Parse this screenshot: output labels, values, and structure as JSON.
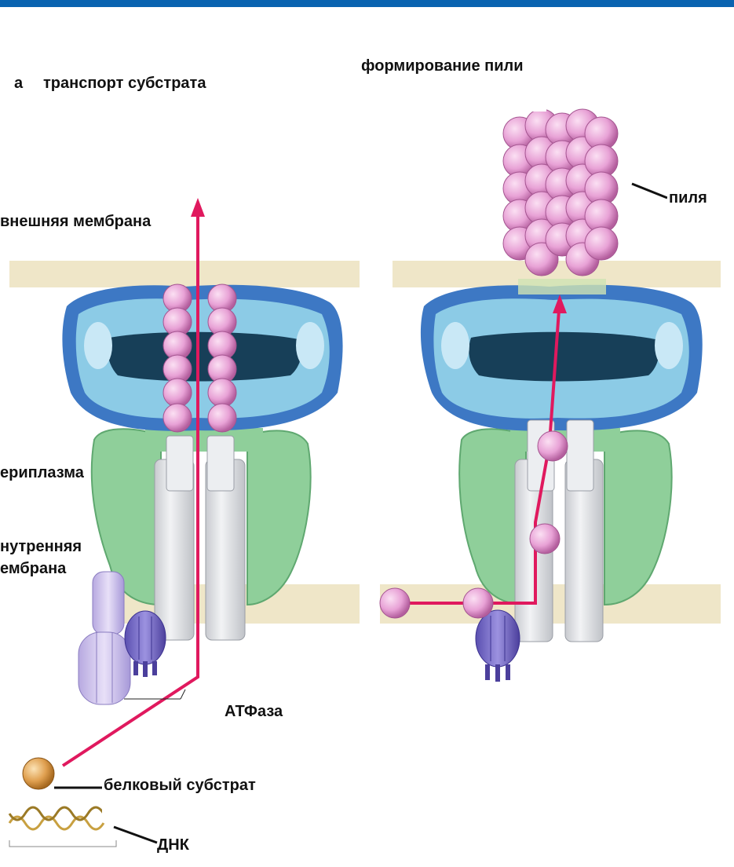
{
  "panel_letter": "а",
  "left_panel": {
    "title": "транспорт субстрата"
  },
  "right_panel": {
    "title": "формирование пили"
  },
  "labels": {
    "outer_membrane": "внешняя мембрана",
    "periplasm": "ериплазма",
    "inner_membrane_line1": "нутренняя",
    "inner_membrane_line2": "ембрана",
    "atpase": "АТФаза",
    "protein_substrate": "белковый субстрат",
    "dna": "ДНК",
    "pilus": "пиля"
  },
  "colors": {
    "header_bar": "#0a63b0",
    "membrane": "#efe6c8",
    "secretin_outer": "#3d78c4",
    "secretin_inner": "#8ccbe6",
    "periplasmic_ring": "#8fcf9a",
    "pilin": "#e8a2d6",
    "arrow": "#e0195e",
    "atpase": "#7a72c8",
    "atpase_light": "#c7b8e8",
    "substrate": "#e0a050",
    "dna": "#c8a040"
  }
}
